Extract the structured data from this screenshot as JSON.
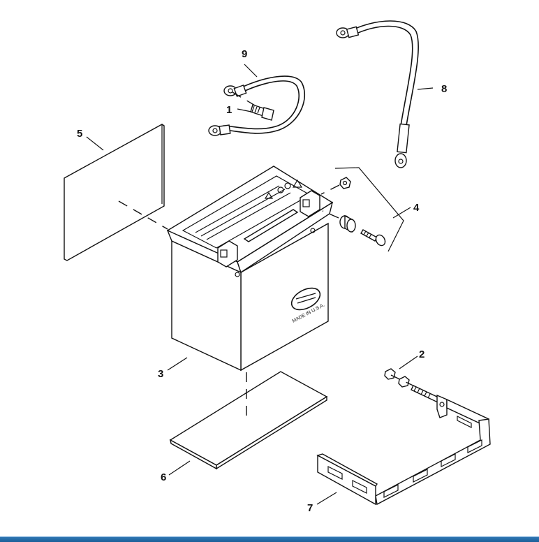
{
  "diagram": {
    "callouts": {
      "c1": "1",
      "c2": "2",
      "c3": "3",
      "c4": "4",
      "c5": "5",
      "c6": "6",
      "c7": "7",
      "c8": "8",
      "c9": "9"
    },
    "battery_label": "MADE IN U.S.A."
  },
  "colors": {
    "line": "#111111",
    "background": "#ffffff",
    "bottom_bar": "#2a6fad"
  }
}
